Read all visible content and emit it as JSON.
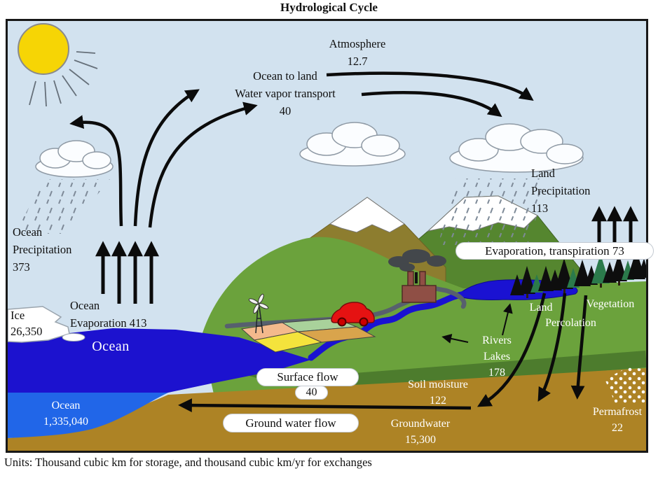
{
  "title": "Hydrological Cycle",
  "units_note": "Units: Thousand cubic km for storage, and thousand cubic km/yr for exchanges",
  "labels": {
    "atmosphere": {
      "line1": "Atmosphere",
      "line2": "12.7"
    },
    "vapor_transport": {
      "line1": "Ocean to land",
      "line2": "Water vapor transport",
      "line3": "40"
    },
    "land_precipitation": {
      "line1": "Land",
      "line2": "Precipitation",
      "line3": "113"
    },
    "ocean_precipitation": {
      "line1": "Ocean",
      "line2": "Precipitation",
      "line3": "373"
    },
    "ocean_evaporation": {
      "line1": "Ocean",
      "line2": "Evaporation 413"
    },
    "ice": {
      "line1": "Ice",
      "line2": "26,350"
    },
    "evapotranspiration": "Evaporation, transpiration 73",
    "vegetation": "Vegetation",
    "land_percolation": {
      "line1": "Land",
      "line2": "Percolation"
    },
    "rivers_lakes": {
      "line1": "Rivers",
      "line2": "Lakes",
      "line3": "178"
    },
    "ocean_name": "Ocean",
    "surface_flow": {
      "label": "Surface flow",
      "value": "40"
    },
    "soil_moisture": {
      "line1": "Soil moisture",
      "line2": "122"
    },
    "ground_water_flow": "Ground water flow",
    "groundwater": {
      "line1": "Groundwater",
      "line2": "15,300"
    },
    "ocean_storage": {
      "line1": "Ocean",
      "line2": "1,335,040"
    },
    "permafrost": {
      "line1": "Permafrost",
      "line2": "22"
    }
  },
  "colors": {
    "sky": "#d2e2ef",
    "sun": "#f6d505",
    "ocean_deep": "#1c12cf",
    "ocean_shelf": "#2166e8",
    "river": "#1a12d2",
    "land_green": "#6ba23c",
    "band_green": "#4d7c2d",
    "mountain_green": "#55862f",
    "mountain_olive": "#8d7d2f",
    "soil_brown": "#ad8325",
    "road_gray": "#57606e",
    "factory_red": "#8f4f45",
    "car_red": "#e51212",
    "tree_dark": "#0e0e0e",
    "tree_green": "#2b7a4b",
    "arrow_black": "#0b0b0b"
  }
}
